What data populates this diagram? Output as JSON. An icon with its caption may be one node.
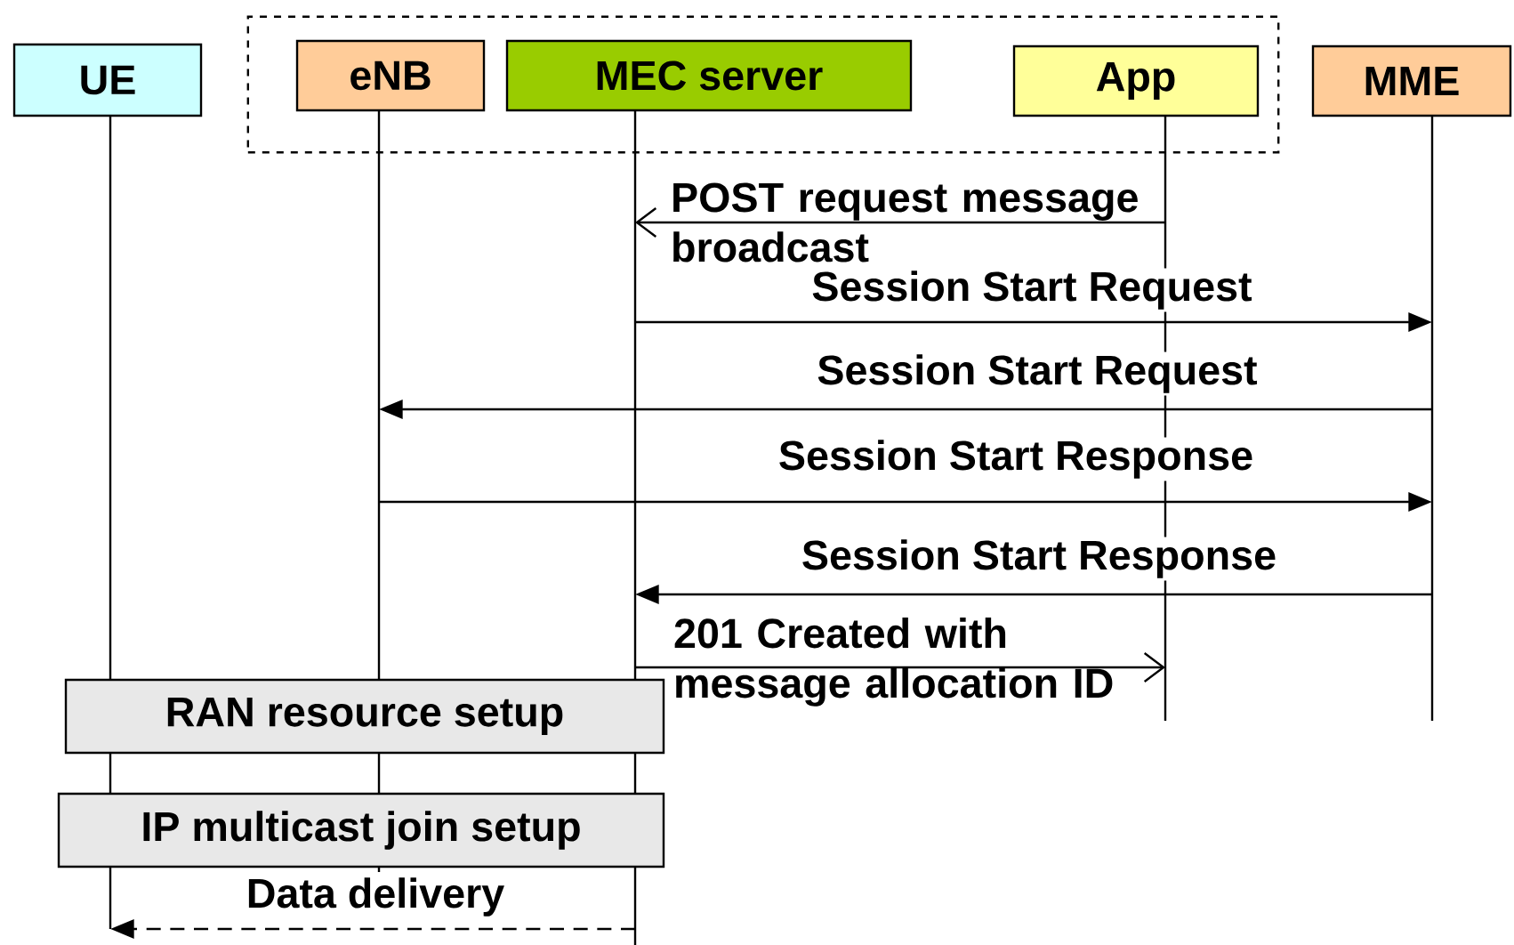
{
  "diagram": {
    "nodes": [
      {
        "text": [],
        "shape": "box"
      },
      {
        "text": [
          "UE"
        ]
      },
      {
        "text": [
          "eNB"
        ],
        "in": 0
      },
      {
        "text": [
          "MEC server"
        ],
        "in": 0
      },
      {
        "text": [
          "App"
        ],
        "in": 0
      },
      {
        "text": [
          "MME"
        ]
      },
      {
        "text": [
          "RAN resource setup"
        ]
      },
      {
        "text": [
          "IP multicast join setup"
        ]
      },
      {
        "text": [],
        "shape": "line"
      },
      {
        "text": [],
        "shape": "line"
      },
      {
        "text": [],
        "shape": "line"
      },
      {
        "text": [],
        "shape": "line"
      },
      {
        "text": [],
        "shape": "line"
      }
    ],
    "edges": [
      {
        "from": 11,
        "to": 10,
        "arrow": "to",
        "label": "POST request message broadcast"
      },
      {
        "from": 10,
        "to": 12,
        "arrow": "to",
        "label": "Session Start Request"
      },
      {
        "from": 12,
        "to": 9,
        "arrow": "to",
        "label": "Session Start Request"
      },
      {
        "from": 9,
        "to": 12,
        "arrow": "to",
        "label": "Session Start Response"
      },
      {
        "from": 12,
        "to": 10,
        "arrow": "to",
        "label": "Session Start Response"
      },
      {
        "from": 10,
        "to": 11,
        "arrow": "to",
        "label": "201 Created with message allocation ID"
      },
      {
        "from": 10,
        "to": 8,
        "arrow": "to",
        "label": "Data delivery",
        "style": "dashed"
      }
    ]
  }
}
